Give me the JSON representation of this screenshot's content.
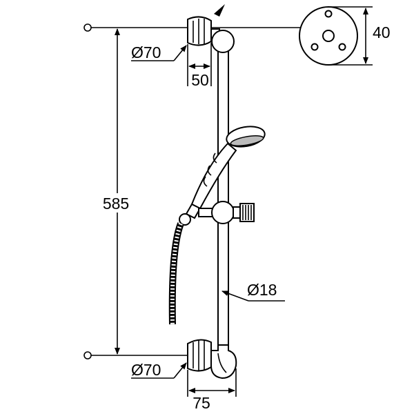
{
  "drawing": {
    "title": "Shower rail set dimension drawing",
    "dimensions": {
      "flange_top_diameter": "Ø70",
      "projection_top": "50",
      "wall_plate_height": "40",
      "rail_length": "585",
      "rail_diameter": "Ø18",
      "flange_bottom_diameter": "Ø70",
      "projection_bottom": "75"
    }
  }
}
